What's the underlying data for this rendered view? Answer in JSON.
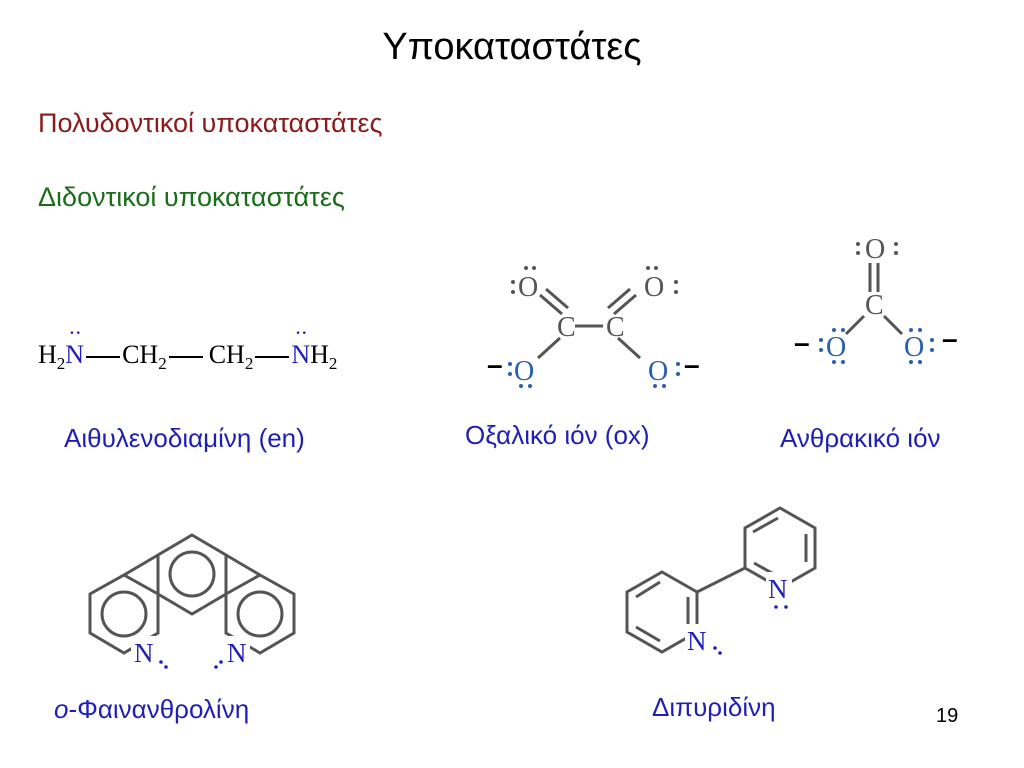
{
  "slide": {
    "title": "Υποκαταστάτες",
    "heading_polydentate": "Πολυδοντικοί υποκαταστάτες",
    "heading_bidentate": "Διδοντικοί υποκαταστάτες",
    "page_number": "19"
  },
  "ligands": {
    "en": {
      "caption": "Αιθυλενοδιαμίνη  (en)",
      "formula": {
        "h2_left": "H",
        "sub2": "2",
        "n": "N",
        "lone_pair": "··",
        "ch2": "CH",
        "h2_right": "H"
      }
    },
    "oxalate": {
      "caption": "Οξαλικό ιόν (ox)",
      "c": "C",
      "o": "O",
      "charge": "–"
    },
    "carbonate": {
      "caption": "Ανθρακικό ιόν",
      "c": "C",
      "o": "O",
      "charge": "–"
    },
    "phenanthroline": {
      "caption_prefix": "o",
      "caption_rest": "-Φαινανθρολίνη",
      "n": "N"
    },
    "bipyridine": {
      "caption": "Διπυριδίνη",
      "n": "N"
    }
  },
  "colors": {
    "title": "#000000",
    "polydentate_heading": "#8b1a1a",
    "bidentate_heading": "#1a6e1a",
    "caption": "#1f1fb8",
    "nitrogen": "#1f1fb8",
    "oxygen_anion": "#2a5fb0",
    "bond": "#555555"
  }
}
